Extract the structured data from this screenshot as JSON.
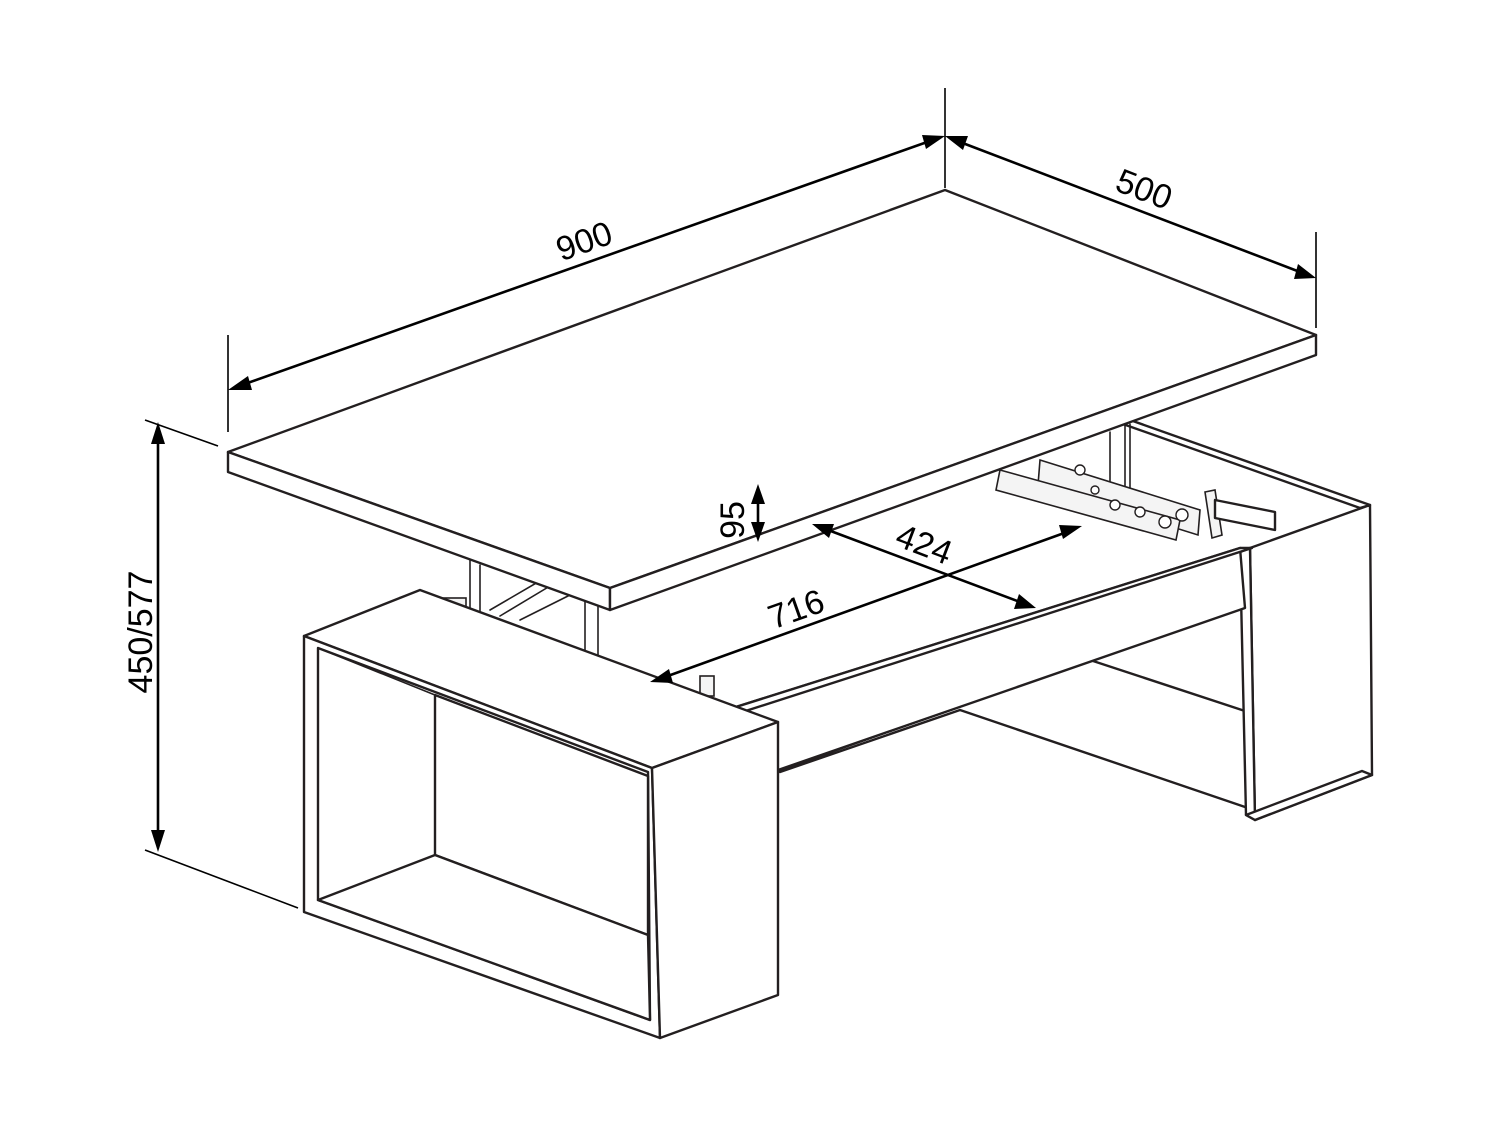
{
  "diagram": {
    "dimensions": {
      "length": "900",
      "depth": "500",
      "height": "450/577",
      "lift": "95",
      "inner_depth": "424",
      "inner_length": "716"
    },
    "colors": {
      "line": "#231f20",
      "background": "#ffffff"
    }
  }
}
